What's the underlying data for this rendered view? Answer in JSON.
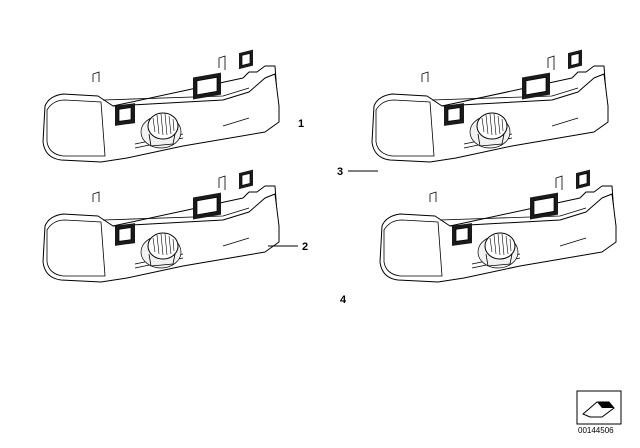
{
  "diagram": {
    "callouts": [
      {
        "label": "1"
      },
      {
        "label": "2"
      },
      {
        "label": "3"
      },
      {
        "label": "4"
      }
    ],
    "reference_number": "00144506"
  }
}
